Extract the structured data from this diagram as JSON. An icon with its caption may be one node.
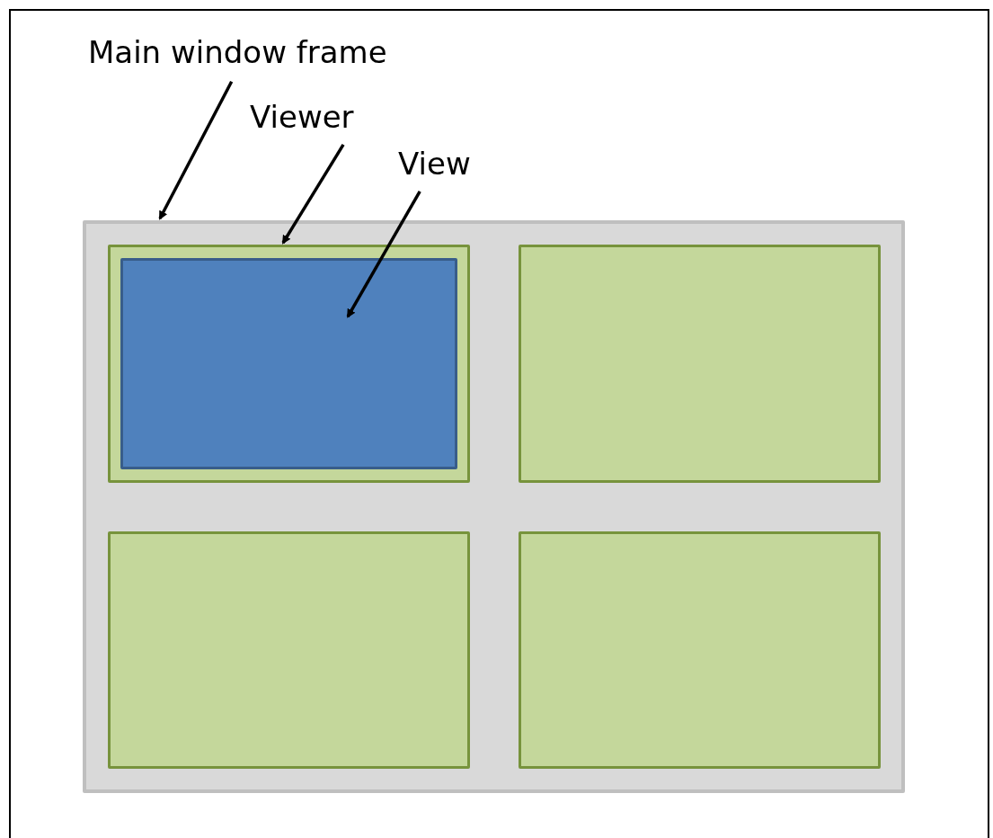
{
  "diagram": {
    "nodes": [
      {
        "text": [
          "Main window frame"
        ]
      },
      {
        "text": [
          "Viewer"
        ]
      },
      {
        "text": [
          "View"
        ]
      },
      {
        "text": [],
        "shape": "box"
      },
      {
        "text": [],
        "shape": "box",
        "in": 3
      },
      {
        "text": [],
        "shape": "box",
        "in": 4
      },
      {
        "text": [],
        "shape": "box",
        "in": 3
      },
      {
        "text": [],
        "shape": "box",
        "in": 3
      },
      {
        "text": [],
        "shape": "box",
        "in": 3
      }
    ],
    "edges": [
      {
        "from": 0,
        "to": 3,
        "arrow": "to"
      },
      {
        "from": 1,
        "to": 4,
        "arrow": "to"
      },
      {
        "from": 2,
        "to": 5,
        "arrow": "to"
      }
    ]
  }
}
